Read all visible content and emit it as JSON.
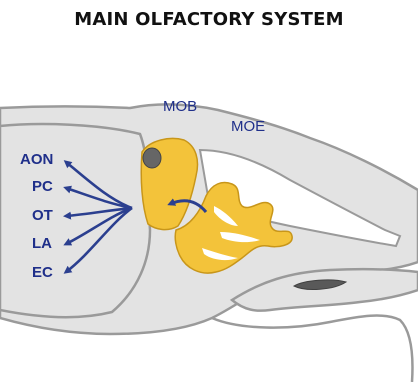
{
  "title": "MAIN OLFACTORY SYSTEM",
  "labels": {
    "mob": "MOB",
    "moe": "MOE"
  },
  "projections": [
    "AON",
    "PC",
    "OT",
    "LA",
    "EC"
  ],
  "colors": {
    "head_fill": "#e3e3e3",
    "outline": "#9a9a9a",
    "bulb_fill": "#f3c33a",
    "epithelium_fill": "#f3c33a",
    "arrow": "#2b3f8f",
    "text": "#1f2f8a",
    "nodule": "#595959"
  }
}
